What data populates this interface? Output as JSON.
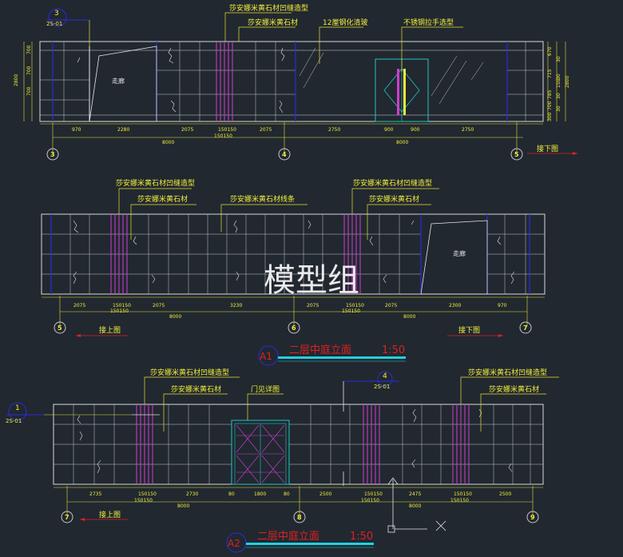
{
  "watermark": "模型组",
  "elevation1": {
    "marker_num": "3",
    "marker_ref": "2S-01",
    "lbl_groove": "莎安娜米黄石材凹缝造型",
    "lbl_stone": "莎安娜米黄石材",
    "lbl_glass": "12厘钢化清玻",
    "lbl_handle": "不锈钢拉手选型",
    "corridor": "走廊",
    "dims_bottom": [
      "970",
      "2280",
      "2075",
      "150150",
      "2075",
      "2750",
      "900",
      "900",
      "2750"
    ],
    "dim_sub": "150150",
    "dim_total_left": "8000",
    "dim_total_right": "8000",
    "axes": [
      "3",
      "4",
      "5"
    ],
    "to_below": "接下图",
    "dims_left": [
      "2800",
      "700",
      "700",
      "700"
    ],
    "dims_right": [
      "670",
      "30",
      "715",
      "30",
      "2800",
      "150",
      "785",
      "30",
      "700",
      "30",
      "300"
    ]
  },
  "elevation2": {
    "lbl_groove_a": "莎安娜米黄石材凹缝造型",
    "lbl_stone_a": "莎安娜米黄石材",
    "lbl_trim": "莎安娜米黄石材线条",
    "lbl_groove_b": "莎安娜米黄石材凹缝造型",
    "lbl_stone_b": "莎安娜米黄石材",
    "corridor": "走廊",
    "dims_bottom": [
      "2075",
      "150150",
      "2075",
      "3230",
      "2075",
      "150150",
      "2075",
      "2300",
      "970"
    ],
    "dim_sub_a": "150150",
    "dim_sub_b": "150150",
    "dim_total_left": "8000",
    "dim_total_right": "8000",
    "axes": [
      "5",
      "6",
      "7"
    ],
    "from_above": "接上图",
    "to_below": "接下图"
  },
  "title_a1": {
    "tag": "A1",
    "text": "二层中庭立面",
    "scale": "1:50"
  },
  "elevation3": {
    "marker_left_num": "1",
    "marker_left_ref": "2S-01",
    "marker_mid_num": "4",
    "marker_mid_ref": "2S-01",
    "lbl_groove_a": "莎安娜米黄石材凹缝造型",
    "lbl_stone_a": "莎安娜米黄石材",
    "lbl_door": "门见详图",
    "lbl_groove_b": "莎安娜米黄石材凹缝造型",
    "lbl_stone_b": "莎安娜米黄石材",
    "dims_bottom": [
      "2735",
      "150150",
      "2730",
      "80",
      "1800",
      "80",
      "2500",
      "150150",
      "2475",
      "150150",
      "2500"
    ],
    "dim_sub_a": "150150",
    "dim_sub_b": "150150",
    "dim_sub_c": "150150",
    "dim_total_left": "8000",
    "dim_total_right": "8000",
    "axes": [
      "7",
      "8",
      "9"
    ],
    "from_above": "接上图"
  },
  "title_a2": {
    "tag": "A2",
    "text": "二层中庭立面",
    "scale": "1:50"
  },
  "colors": {
    "background": "#212830",
    "line": "#d8d8d8",
    "label": "#f2ee3a",
    "leader": "#e6e033",
    "groove": "#d23cd2",
    "glass": "#22c3c3",
    "title": "#e02020",
    "underline": "#22d0e0",
    "column": "#2b2bd8"
  }
}
